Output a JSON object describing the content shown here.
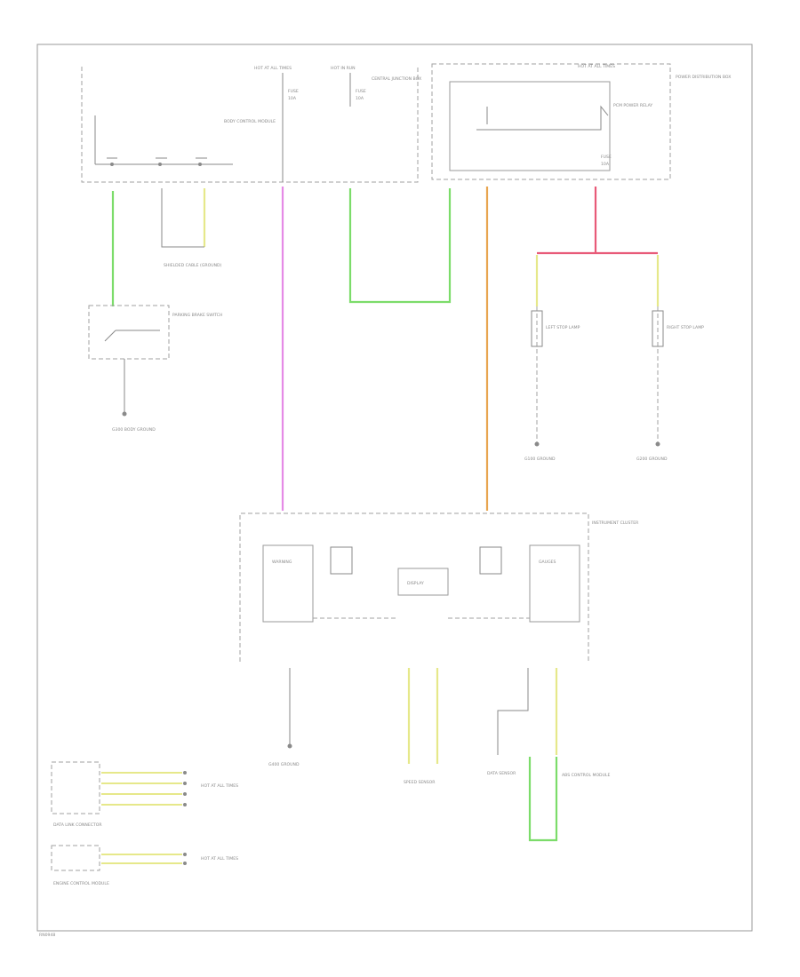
{
  "diagram_id": "RN0948",
  "colors": {
    "green": "#7cdc6a",
    "yellow": "#e6e88a",
    "magenta": "#e58ae6",
    "orange": "#e8a54f",
    "pink": "#e85a78",
    "line": "#8a8a8a"
  },
  "labels": {
    "top_hot_run": "HOT AT ALL TIMES",
    "top_hot_run_start": "HOT IN RUN",
    "top_right_hot": "HOT AT ALL TIMES",
    "fuse_a": "FUSE",
    "fuse_a_val": "10A",
    "fuse_b": "FUSE",
    "fuse_b_val": "10A",
    "fuse_c": "FUSE",
    "fuse_c_val": "10A",
    "left_module": "BODY CONTROL MODULE",
    "central_junction": "CENTRAL JUNCTION BOX",
    "right_module": "POWER DISTRIBUTION BOX",
    "right_relay": "PCM POWER RELAY",
    "shielded_note": "SHIELDED CABLE (GROUND)",
    "parking_switch": "PARKING BRAKE SWITCH",
    "park_ground": "G300 BODY GROUND",
    "left_lamp": "LEFT STOP LAMP",
    "right_lamp": "RIGHT STOP LAMP",
    "left_ground": "G100 GROUND",
    "right_ground": "G200 GROUND",
    "cluster": "INSTRUMENT CLUSTER",
    "cluster_b1": "WARNING",
    "cluster_b2": "DISPLAY",
    "cluster_b3": "GAUGES",
    "bottom_ground_a": "G400 GROUND",
    "bottom_speed": "SPEED SENSOR",
    "bottom_sensor": "DATA SENSOR",
    "bottom_module": "ABS CONTROL MODULE",
    "legend_title_1": "DATA LINK CONNECTOR",
    "legend_title_2": "ENGINE CONTROL MODULE",
    "legend_note_1": "HOT AT ALL TIMES",
    "legend_note_2": "HOT AT ALL TIMES"
  }
}
